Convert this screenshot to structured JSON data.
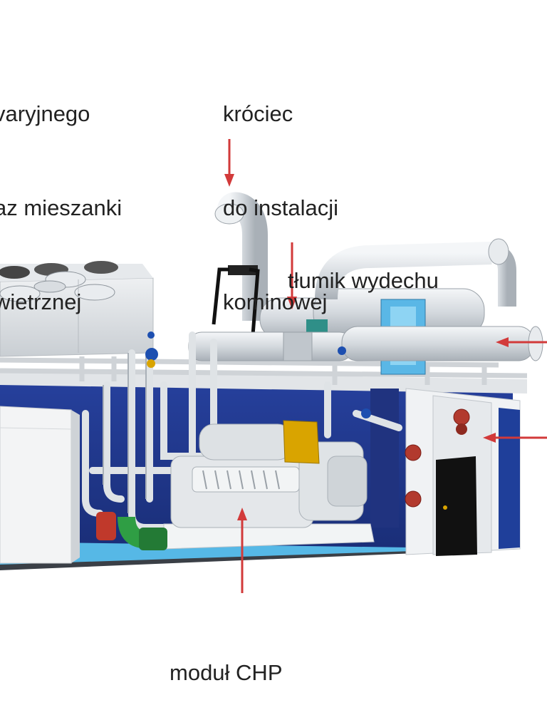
{
  "labels": {
    "left_lines": [
      "varyjnego",
      "az mieszanki",
      "wietrznej"
    ],
    "chimney_lines": [
      "króciec",
      "do instalacji",
      "kominowej"
    ],
    "muffler": "tłumik wydechu",
    "chp": "moduł CHP"
  },
  "colors": {
    "arrow": "#d23a3a",
    "container_blue": "#1f3f9a",
    "floor_cyan": "#56b8e6",
    "pipe": "#d9dde1",
    "engine_yellow": "#d9a400",
    "green_part": "#2f9e44"
  }
}
